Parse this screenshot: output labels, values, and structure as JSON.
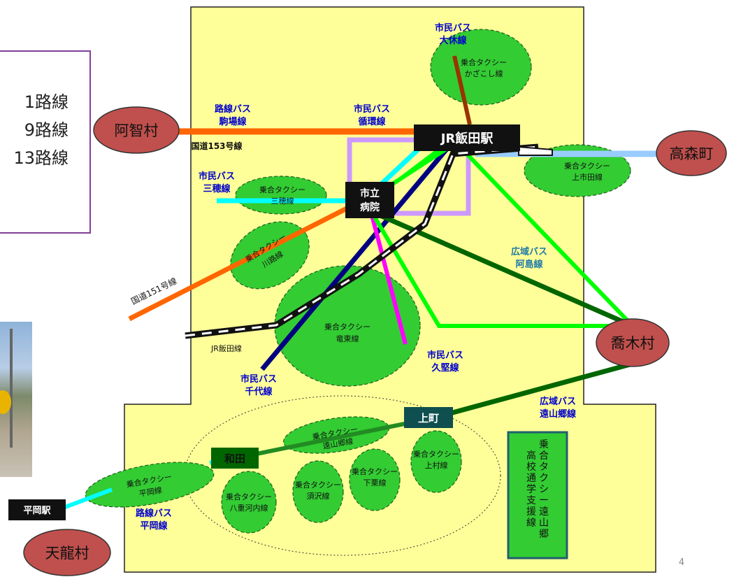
{
  "legend": {
    "lines": [
      "1路線",
      "9路線",
      "13路線"
    ]
  },
  "villages": {
    "achi": "阿智村",
    "takamori": "高森町",
    "takagi": "喬木村",
    "tenryu": "天龍村"
  },
  "stations": {
    "iida": "JR飯田駅",
    "hospital_line1": "市立",
    "hospital_line2": "病院",
    "wada": "和田",
    "kamimachi": "上町",
    "hiraoka": "平岡駅"
  },
  "bus_routes": {
    "shimin_ohira_1": "市民バス",
    "shimin_ohira_2": "大休線",
    "rosen_komaba_1": "路線バス",
    "rosen_komaba_2": "駒場線",
    "shimin_junkan_1": "市民バス",
    "shimin_junkan_2": "循環線",
    "shimin_miho_1": "市民バス",
    "shimin_miho_2": "三穂線",
    "koiki_ajima_1": "広域バス",
    "koiki_ajima_2": "阿島線",
    "shimin_kugata_1": "市民バス",
    "shimin_kugata_2": "久堅線",
    "shimin_chiyo_1": "市民バス",
    "shimin_chiyo_2": "千代線",
    "koiki_toyama_1": "広域バス",
    "koiki_toyama_2": "遠山郷線",
    "rosen_hiraoka_1": "路線バス",
    "rosen_hiraoka_2": "平岡線"
  },
  "roads": {
    "r153": "国道153号線",
    "r151": "国道151号線",
    "jr_iida_line": "JR飯田線"
  },
  "taxi_zones": {
    "kazakoshi_1": "乗合タクシー",
    "kazakoshi_2": "かざこし線",
    "kamiichida_1": "乗合タクシー",
    "kamiichida_2": "上市田線",
    "miho_1": "乗合タクシー",
    "miho_2": "三穂線",
    "kawaji_1": "乗合タクシー",
    "kawaji_2": "川路線",
    "ryuto_1": "乗合タクシー",
    "ryuto_2": "竜東線",
    "toyamago_1": "乗合タクシー",
    "toyamago_2": "遠山郷線",
    "kamimura_1": "乗合タクシー",
    "kamimura_2": "上村線",
    "shimoguri_1": "乗合タクシー",
    "shimoguri_2": "下栗線",
    "suzawa_1": "乗合タクシー",
    "suzawa_2": "須沢線",
    "yaegochi_1": "乗合タクシー",
    "yaegochi_2": "八重河内線",
    "hiraoka_1": "乗合タクシー",
    "hiraoka_2": "平岡線",
    "school_support": "乗合タクシー遠山郷高校通学支援線"
  },
  "page_number": "4",
  "colors": {
    "area_fill": "#ffff99",
    "taxi_fill": "#33cc33",
    "village_fill": "#c0504d",
    "station_fill": "#111111",
    "r153_line": "#ff6600",
    "junkan_line": "#cc99ff",
    "miho_line": "#00ffff",
    "chiyo_line": "#000080",
    "kugata_line": "#ff00ff",
    "ajima_line": "#006600",
    "light_green_line": "#00ff00",
    "takamori_line": "#99ccff",
    "ohira_line": "#993300",
    "route_label_blue": "#0000cc",
    "kamimachi_fill": "#0f4f4f",
    "wada_fill": "#006600"
  }
}
